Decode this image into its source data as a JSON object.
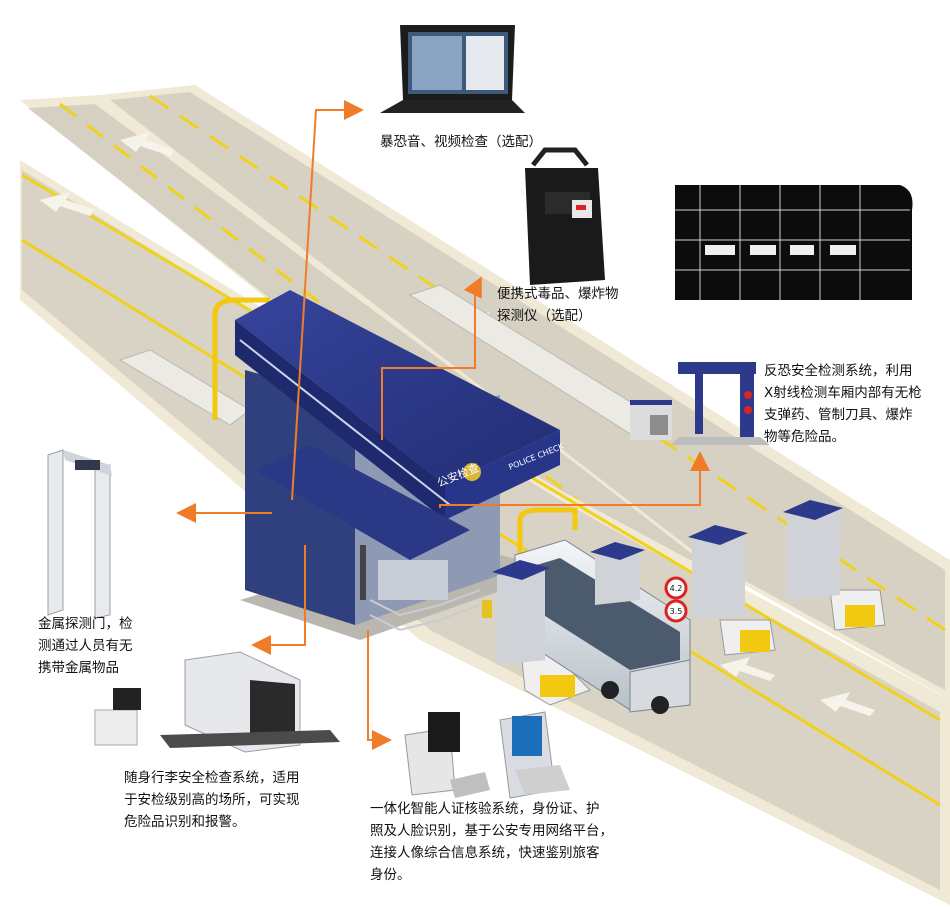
{
  "captions": {
    "audio_video": "暴恐音、视频检查（选配）",
    "portable_detector": "便携式毒品、爆炸物\n探测仪（选配）",
    "xray_vehicle": "反恐安全检测系统，利用\nX射线检测车厢内部有无枪\n支弹药、管制刀具、爆炸\n物等危险品。",
    "metal_gate": "金属探测门，检\n测通过人员有无\n携带金属物品",
    "baggage": "随身行李安全检查系统，适用\n于安检级别高的场所，可实现\n危险品识别和报警。",
    "id_verify": "一体化智能人证核验系统，身份证、护\n照及人脸识别，基于公安专用网络平台，\n连接人像综合信息系统，快速鉴别旅客\n身份。"
  },
  "signage": {
    "station_cn": "公安检查",
    "station_en": "POLICE CHECK",
    "limit_height": "4.2",
    "limit_width": "3.5"
  },
  "colors": {
    "road": "#d7d2c4",
    "road_edge": "#efe9d6",
    "lane_yellow": "#f0d21a",
    "roof_navy": "#2d3a8c",
    "roof_dark": "#1f2a6e",
    "arrow_orange": "#f07c2a",
    "barrier_yellow": "#f2c811"
  }
}
